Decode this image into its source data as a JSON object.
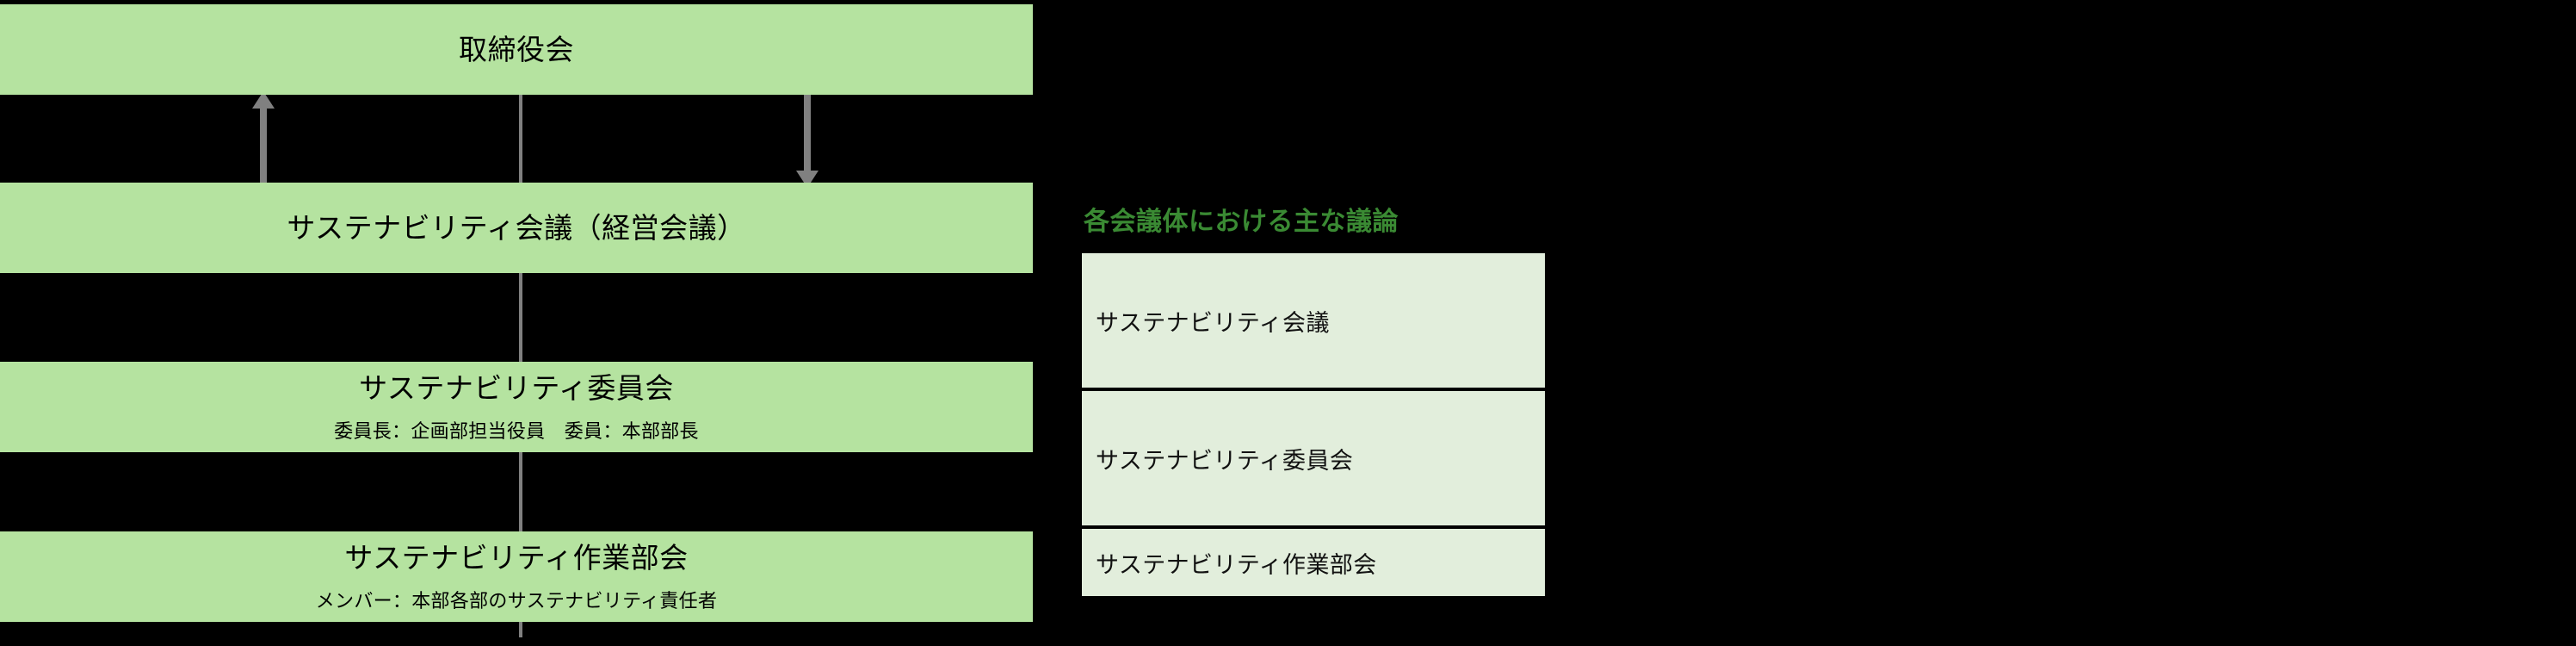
{
  "diagram": {
    "colors": {
      "background": "#000000",
      "box_fill": "#b5e3a0",
      "connector": "#808080",
      "panel_heading": "#3a8a33",
      "table_row_fill": "#e2eedc",
      "table_divider": "#000000"
    },
    "boxes": [
      {
        "id": "board",
        "title": "取締役会",
        "subtitle": ""
      },
      {
        "id": "conference",
        "title": "サステナビリティ会議（経営会議）",
        "subtitle": ""
      },
      {
        "id": "committee",
        "title": "サステナビリティ委員会",
        "subtitle": "委員長：企画部担当役員　委員：本部部長"
      },
      {
        "id": "workinggroup",
        "title": "サステナビリティ作業部会",
        "subtitle": "メンバー：本部各部のサステナビリティ責任者"
      }
    ],
    "connectors": [
      {
        "id": "report-up-arrow",
        "direction": "up",
        "from": "conference",
        "to": "board"
      },
      {
        "id": "instruct-down-arrow",
        "direction": "down",
        "from": "board",
        "to": "conference"
      },
      {
        "id": "spine-line",
        "direction": "vertical",
        "from": "board",
        "to": "workinggroup"
      }
    ]
  },
  "right_panel": {
    "heading": "各会議体における主な議論",
    "rows": [
      {
        "label": "サステナビリティ会議"
      },
      {
        "label": "サステナビリティ委員会"
      },
      {
        "label": "サステナビリティ作業部会"
      }
    ]
  }
}
